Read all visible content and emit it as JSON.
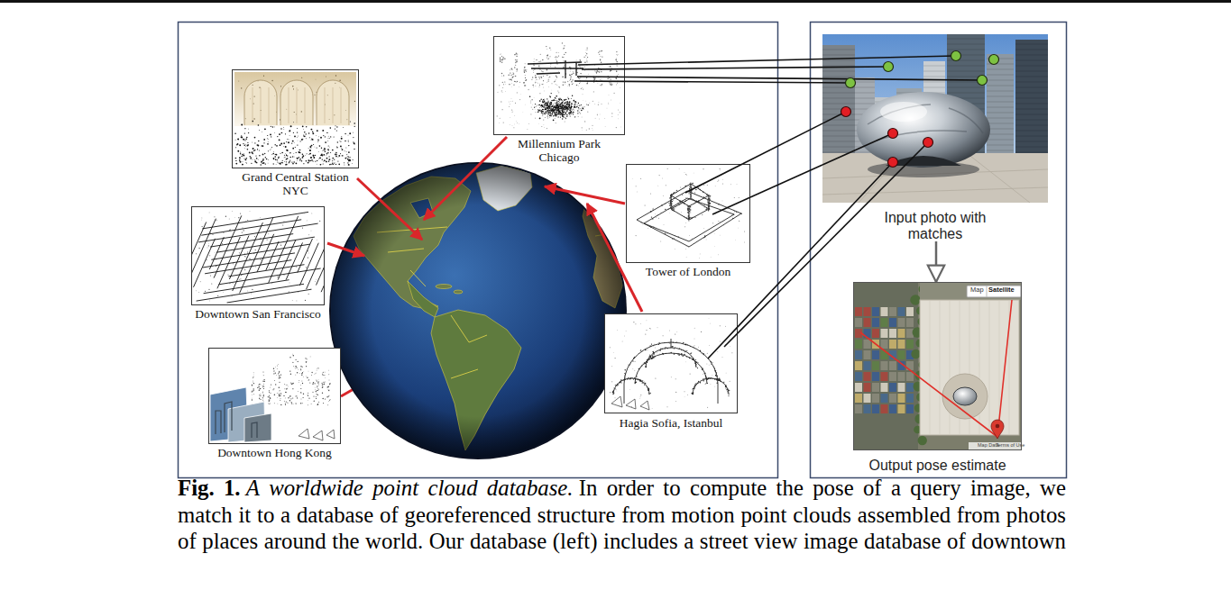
{
  "diagram": {
    "caption": "In order to compute the pose of a query image, we match it to a database of georeferenced structure from motion point clouds assembled from photos of places around the world. Our database (left) includes a street view image database of downtown",
    "nodes": [
      {
        "text": [
          "Millennium Park Chicago"
        ]
      },
      {
        "text": [
          "Grand Central Station NYC"
        ]
      },
      {
        "text": [
          "Tower of London"
        ]
      },
      {
        "text": [
          "Downtown San Francisco"
        ]
      },
      {
        "text": [
          "Hagia Sofia, Istanbul"
        ]
      },
      {
        "text": [
          "Downtown Hong Kong"
        ]
      },
      {
        "text": [
          "Input photo with matches"
        ]
      },
      {
        "text": [
          "Output pose estimate"
        ]
      }
    ],
    "edges": [
      {
        "from": 0,
        "to": 6,
        "arrow": "none"
      },
      {
        "from": 0,
        "to": 6,
        "arrow": "none"
      },
      {
        "from": 0,
        "to": 6,
        "arrow": "none"
      },
      {
        "from": 0,
        "to": 6,
        "arrow": "none"
      },
      {
        "from": 2,
        "to": 6,
        "arrow": "none"
      },
      {
        "from": 2,
        "to": 6,
        "arrow": "none"
      },
      {
        "from": 4,
        "to": 6,
        "arrow": "none"
      },
      {
        "from": 4,
        "to": 6,
        "arrow": "none"
      },
      {
        "from": 6,
        "to": 7,
        "arrow": "to"
      }
    ],
    "labels": [
      "Map",
      "Satellite",
      "Map Data",
      "Terms of Use",
      "Fig. 1.",
      "A worldwide point cloud database."
    ]
  }
}
